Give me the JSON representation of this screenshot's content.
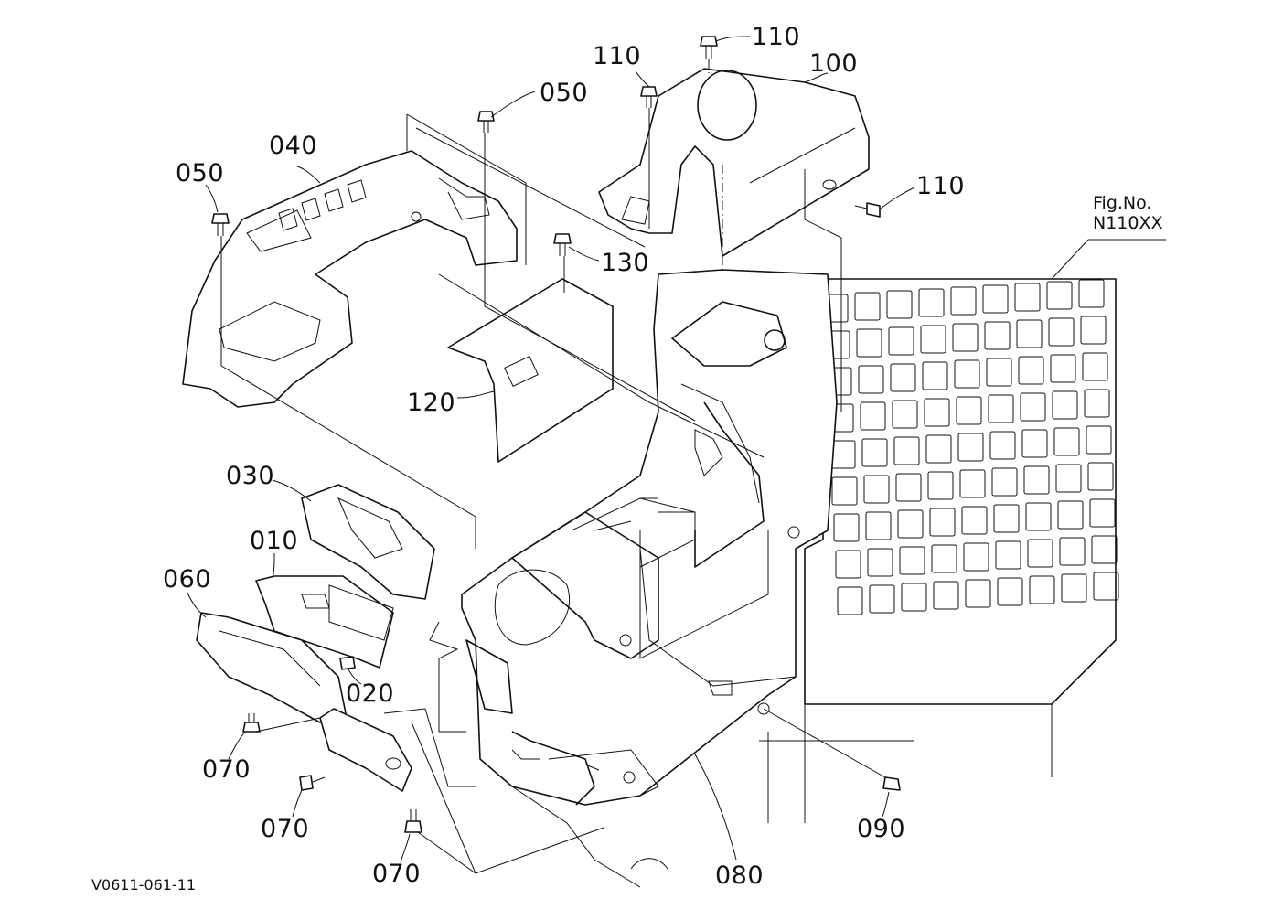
{
  "figure": {
    "fig_label": "Fig.No.",
    "fig_number": "N110XX",
    "drawing_code": "V0611-061-11"
  },
  "callouts": [
    {
      "id": "c110a",
      "text": "110"
    },
    {
      "id": "c110b",
      "text": "110"
    },
    {
      "id": "c100",
      "text": "100"
    },
    {
      "id": "c050a",
      "text": "050"
    },
    {
      "id": "c040",
      "text": "040"
    },
    {
      "id": "c050b",
      "text": "050"
    },
    {
      "id": "c110c",
      "text": "110"
    },
    {
      "id": "c130",
      "text": "130"
    },
    {
      "id": "c120",
      "text": "120"
    },
    {
      "id": "c030",
      "text": "030"
    },
    {
      "id": "c010",
      "text": "010"
    },
    {
      "id": "c060",
      "text": "060"
    },
    {
      "id": "c020",
      "text": "020"
    },
    {
      "id": "c070a",
      "text": "070"
    },
    {
      "id": "c070b",
      "text": "070"
    },
    {
      "id": "c070c",
      "text": "070"
    },
    {
      "id": "c080",
      "text": "080"
    },
    {
      "id": "c090",
      "text": "090"
    }
  ]
}
